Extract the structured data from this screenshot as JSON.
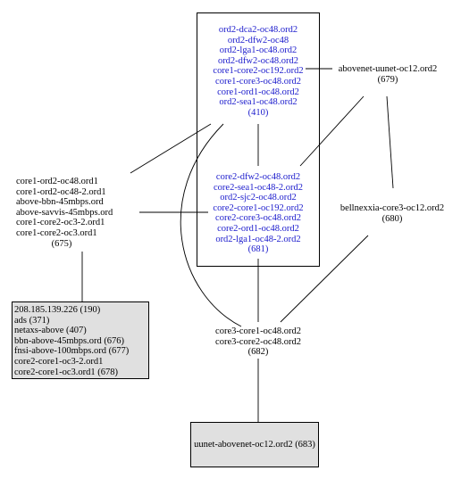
{
  "nodes": {
    "n410": {
      "lines": [
        "ord2-dca2-oc48.ord2",
        "ord2-dfw2-oc48",
        "ord2-lga1-oc48.ord2",
        "ord2-dfw2-oc48.ord2",
        "core1-core2-oc192.ord2",
        "core1-core3-oc48.ord2",
        "core1-ord1-oc48.ord2",
        "ord2-sea1-oc48.ord2"
      ],
      "id_label": "(410)",
      "color": "#1a1acc"
    },
    "n679": {
      "lines": [
        "abovenet-uunet-oc12.ord2"
      ],
      "id_label": "(679)"
    },
    "n675": {
      "lines": [
        "core1-ord2-oc48.ord1",
        "core1-ord2-oc48-2.ord1",
        "above-bbn-45mbps.ord",
        "above-savvis-45mbps.ord",
        "core1-core2-oc3-2.ord1",
        "core1-core2-oc3.ord1"
      ],
      "id_label": "(675)"
    },
    "n681": {
      "lines": [
        "core2-dfw2-oc48.ord2",
        "core2-sea1-oc48-2.ord2",
        "ord2-sjc2-oc48.ord2",
        "core2-core1-oc192.ord2",
        "core2-core3-oc48.ord2",
        "core2-ord1-oc48.ord2",
        "ord2-lga1-oc48-2.ord2"
      ],
      "id_label": "(681)",
      "color": "#1a1acc"
    },
    "n680": {
      "lines": [
        "bellnexxia-core3-oc12.ord2"
      ],
      "id_label": "(680)"
    },
    "n682": {
      "lines": [
        "core3-core1-oc48.ord2",
        "core3-core2-oc48.ord2"
      ],
      "id_label": "(682)"
    },
    "grey_left": {
      "lines": [
        "208.185.139.226 (190)",
        "ads (371)",
        "netaxs-above (407)",
        "bbn-above-45mbps.ord (676)",
        "fnsi-above-100mbps.ord (677)",
        "core2-core1-oc3-2.ord1",
        "core2-core1-oc3.ord1 (678)"
      ],
      "fill": "#e0e0e0"
    },
    "grey_bottom": {
      "lines": [
        "uunet-abovenet-oc12.ord2 (683)"
      ],
      "fill": "#e0e0e0"
    }
  }
}
